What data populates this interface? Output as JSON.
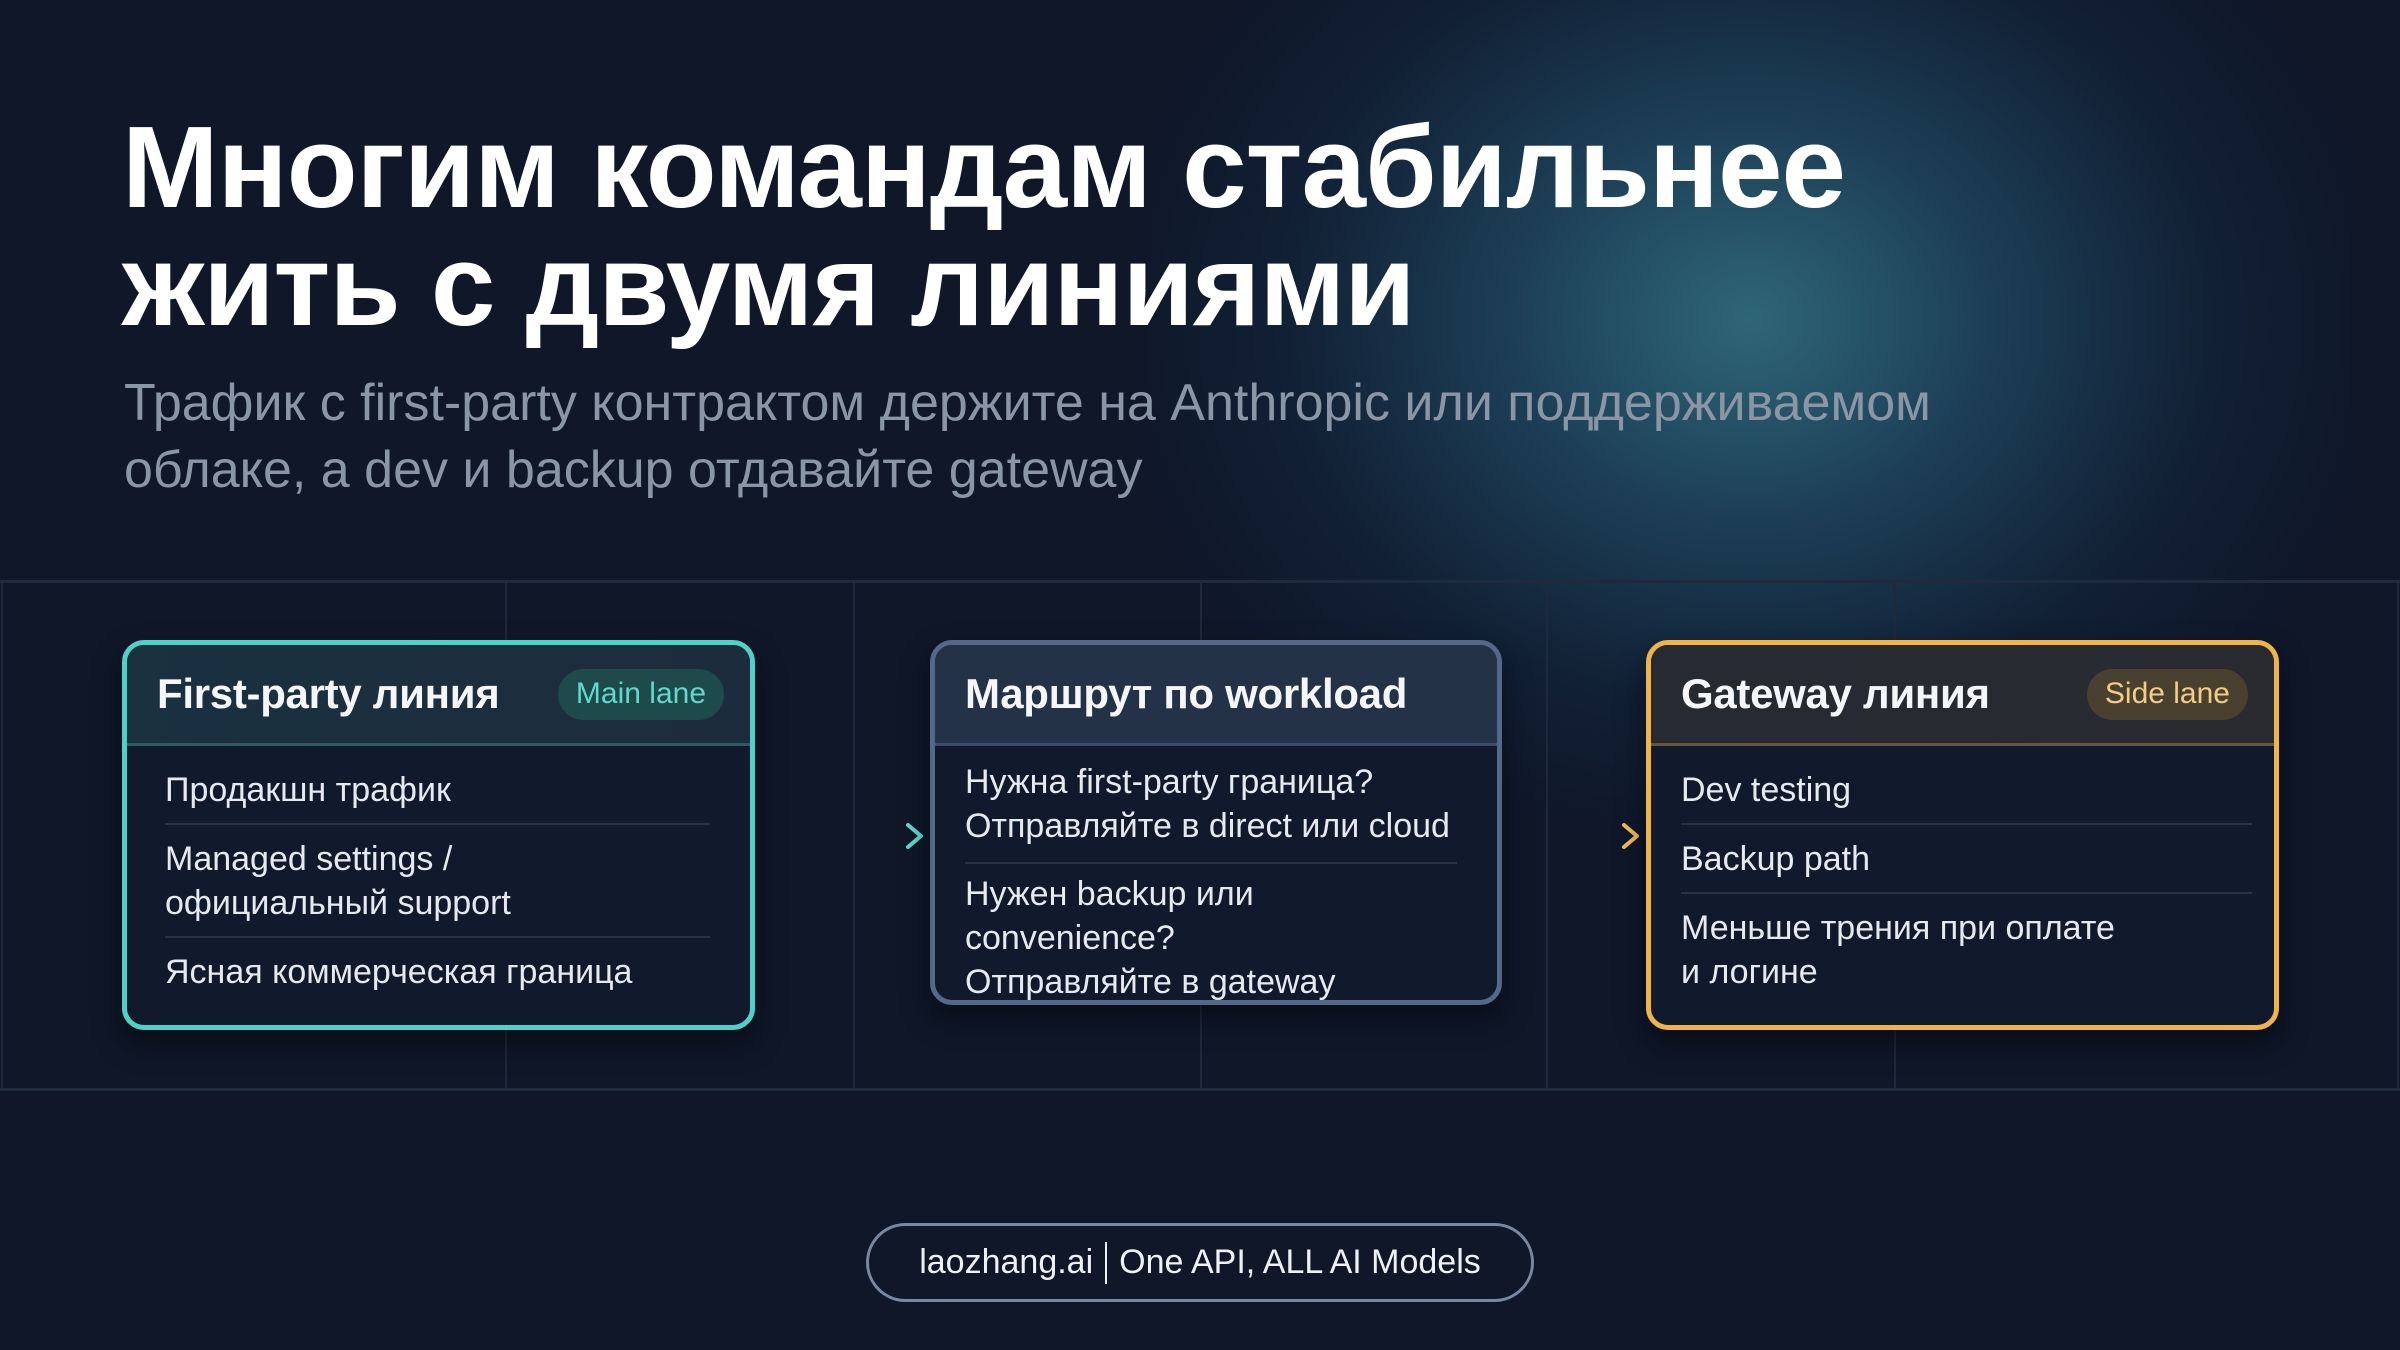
{
  "header": {
    "title_lines": [
      "Многим командам стабильнее",
      "жить с двумя линиями"
    ],
    "subtitle_lines": [
      "Трафик с first-party контрактом держите на Anthropic или поддерживаемом",
      "облаке, а dev и backup отдавайте gateway"
    ]
  },
  "cards": [
    {
      "title": "First-party линия",
      "badge": "Main lane",
      "accent": "#4fd1c5",
      "items": [
        "Продакшн трафик",
        "Managed settings / официальный support",
        "Ясная коммерческая граница"
      ],
      "item_lines": [
        [
          "Продакшн трафик"
        ],
        [
          "Managed settings /",
          "официальный support"
        ],
        [
          "Ясная коммерческая граница"
        ]
      ]
    },
    {
      "title": "Маршрут по workload",
      "accent": "#55688a",
      "items": [
        "Нужна first-party граница? Отправляйте в direct или cloud",
        "Нужен backup или convenience? Отправляйте в gateway"
      ],
      "item_lines": [
        [
          "Нужна first-party граница?",
          "Отправляйте в direct или cloud"
        ],
        [
          "Нужен backup или convenience?",
          "Отправляйте в gateway"
        ]
      ]
    },
    {
      "title": "Gateway линия",
      "badge": "Side lane",
      "accent": "#f0b34a",
      "items": [
        "Dev testing",
        "Backup path",
        "Меньше трения при оплате и логине"
      ],
      "item_lines": [
        [
          "Dev testing"
        ],
        [
          "Backup path"
        ],
        [
          "Меньше трения при оплате",
          "и логине"
        ]
      ]
    }
  ],
  "connectors": [
    {
      "from": "First-party линия",
      "to": "Маршрут по workload",
      "color": "#4fd1c5",
      "icon": "arrow-right-icon"
    },
    {
      "from": "Маршрут по workload",
      "to": "Gateway линия",
      "color": "#f0b34a",
      "icon": "arrow-right-icon"
    }
  ],
  "footer": {
    "brand": "laozhang.ai",
    "tagline": "One API, ALL AI Models"
  },
  "colors": {
    "background": "#0f1729",
    "main_lane": "#4fd1c5",
    "router": "#55688a",
    "side_lane": "#f0b34a",
    "subtitle": "#8a96a6"
  }
}
